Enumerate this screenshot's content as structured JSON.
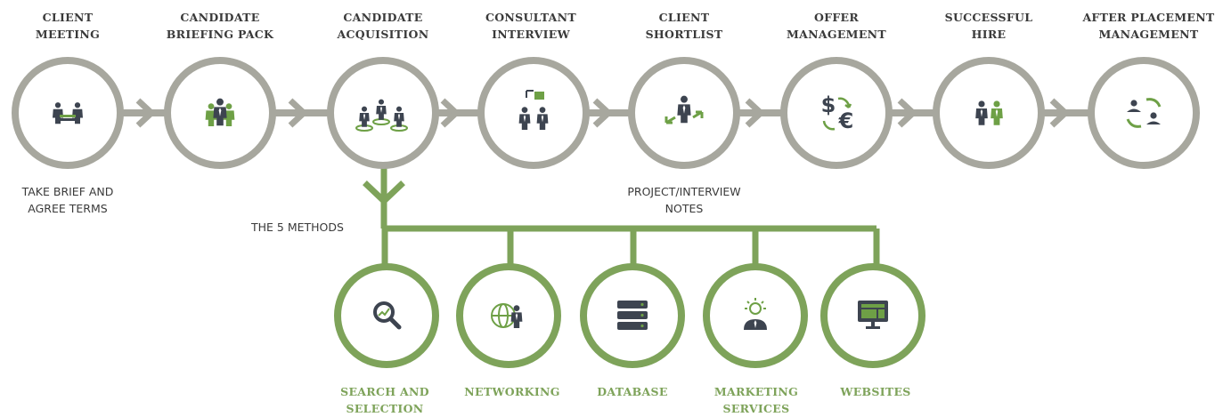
{
  "colors": {
    "grey_ring": "#a7a79e",
    "green_ring": "#7ea35a",
    "dark_icon": "#3d4450",
    "green_icon": "#6ea046",
    "text_dark": "#3a3a3a",
    "text_green": "#7ea35a"
  },
  "stages": [
    {
      "title": "CLIENT\nMEETING",
      "icon": "meeting-table-icon"
    },
    {
      "title": "CANDIDATE\nBRIEFING PACK",
      "icon": "candidate-group-icon"
    },
    {
      "title": "CANDIDATE\nACQUISITION",
      "icon": "people-targets-icon"
    },
    {
      "title": "CONSULTANT\nINTERVIEW",
      "icon": "interview-chat-icon"
    },
    {
      "title": "CLIENT\nSHORTLIST",
      "icon": "person-arrows-icon"
    },
    {
      "title": "OFFER\nMANAGEMENT",
      "icon": "currency-exchange-icon"
    },
    {
      "title": "SUCCESSFUL\nHIRE",
      "icon": "handshake-icon"
    },
    {
      "title": "AFTER PLACEMENT\nMANAGEMENT",
      "icon": "people-cycle-icon"
    }
  ],
  "notes": {
    "client_meeting": "TAKE BRIEF AND\nAGREE TERMS",
    "client_shortlist": "PROJECT/INTERVIEW\nNOTES",
    "methods_label": "THE 5 METHODS"
  },
  "methods": [
    {
      "title": "SEARCH AND\nSELECTION",
      "icon": "magnifier-chart-icon"
    },
    {
      "title": "NETWORKING",
      "icon": "globe-person-icon"
    },
    {
      "title": "DATABASE",
      "icon": "database-server-icon"
    },
    {
      "title": "MARKETING\nSERVICES",
      "icon": "lightbulb-person-icon"
    },
    {
      "title": "WEBSITES",
      "icon": "monitor-website-icon"
    }
  ]
}
